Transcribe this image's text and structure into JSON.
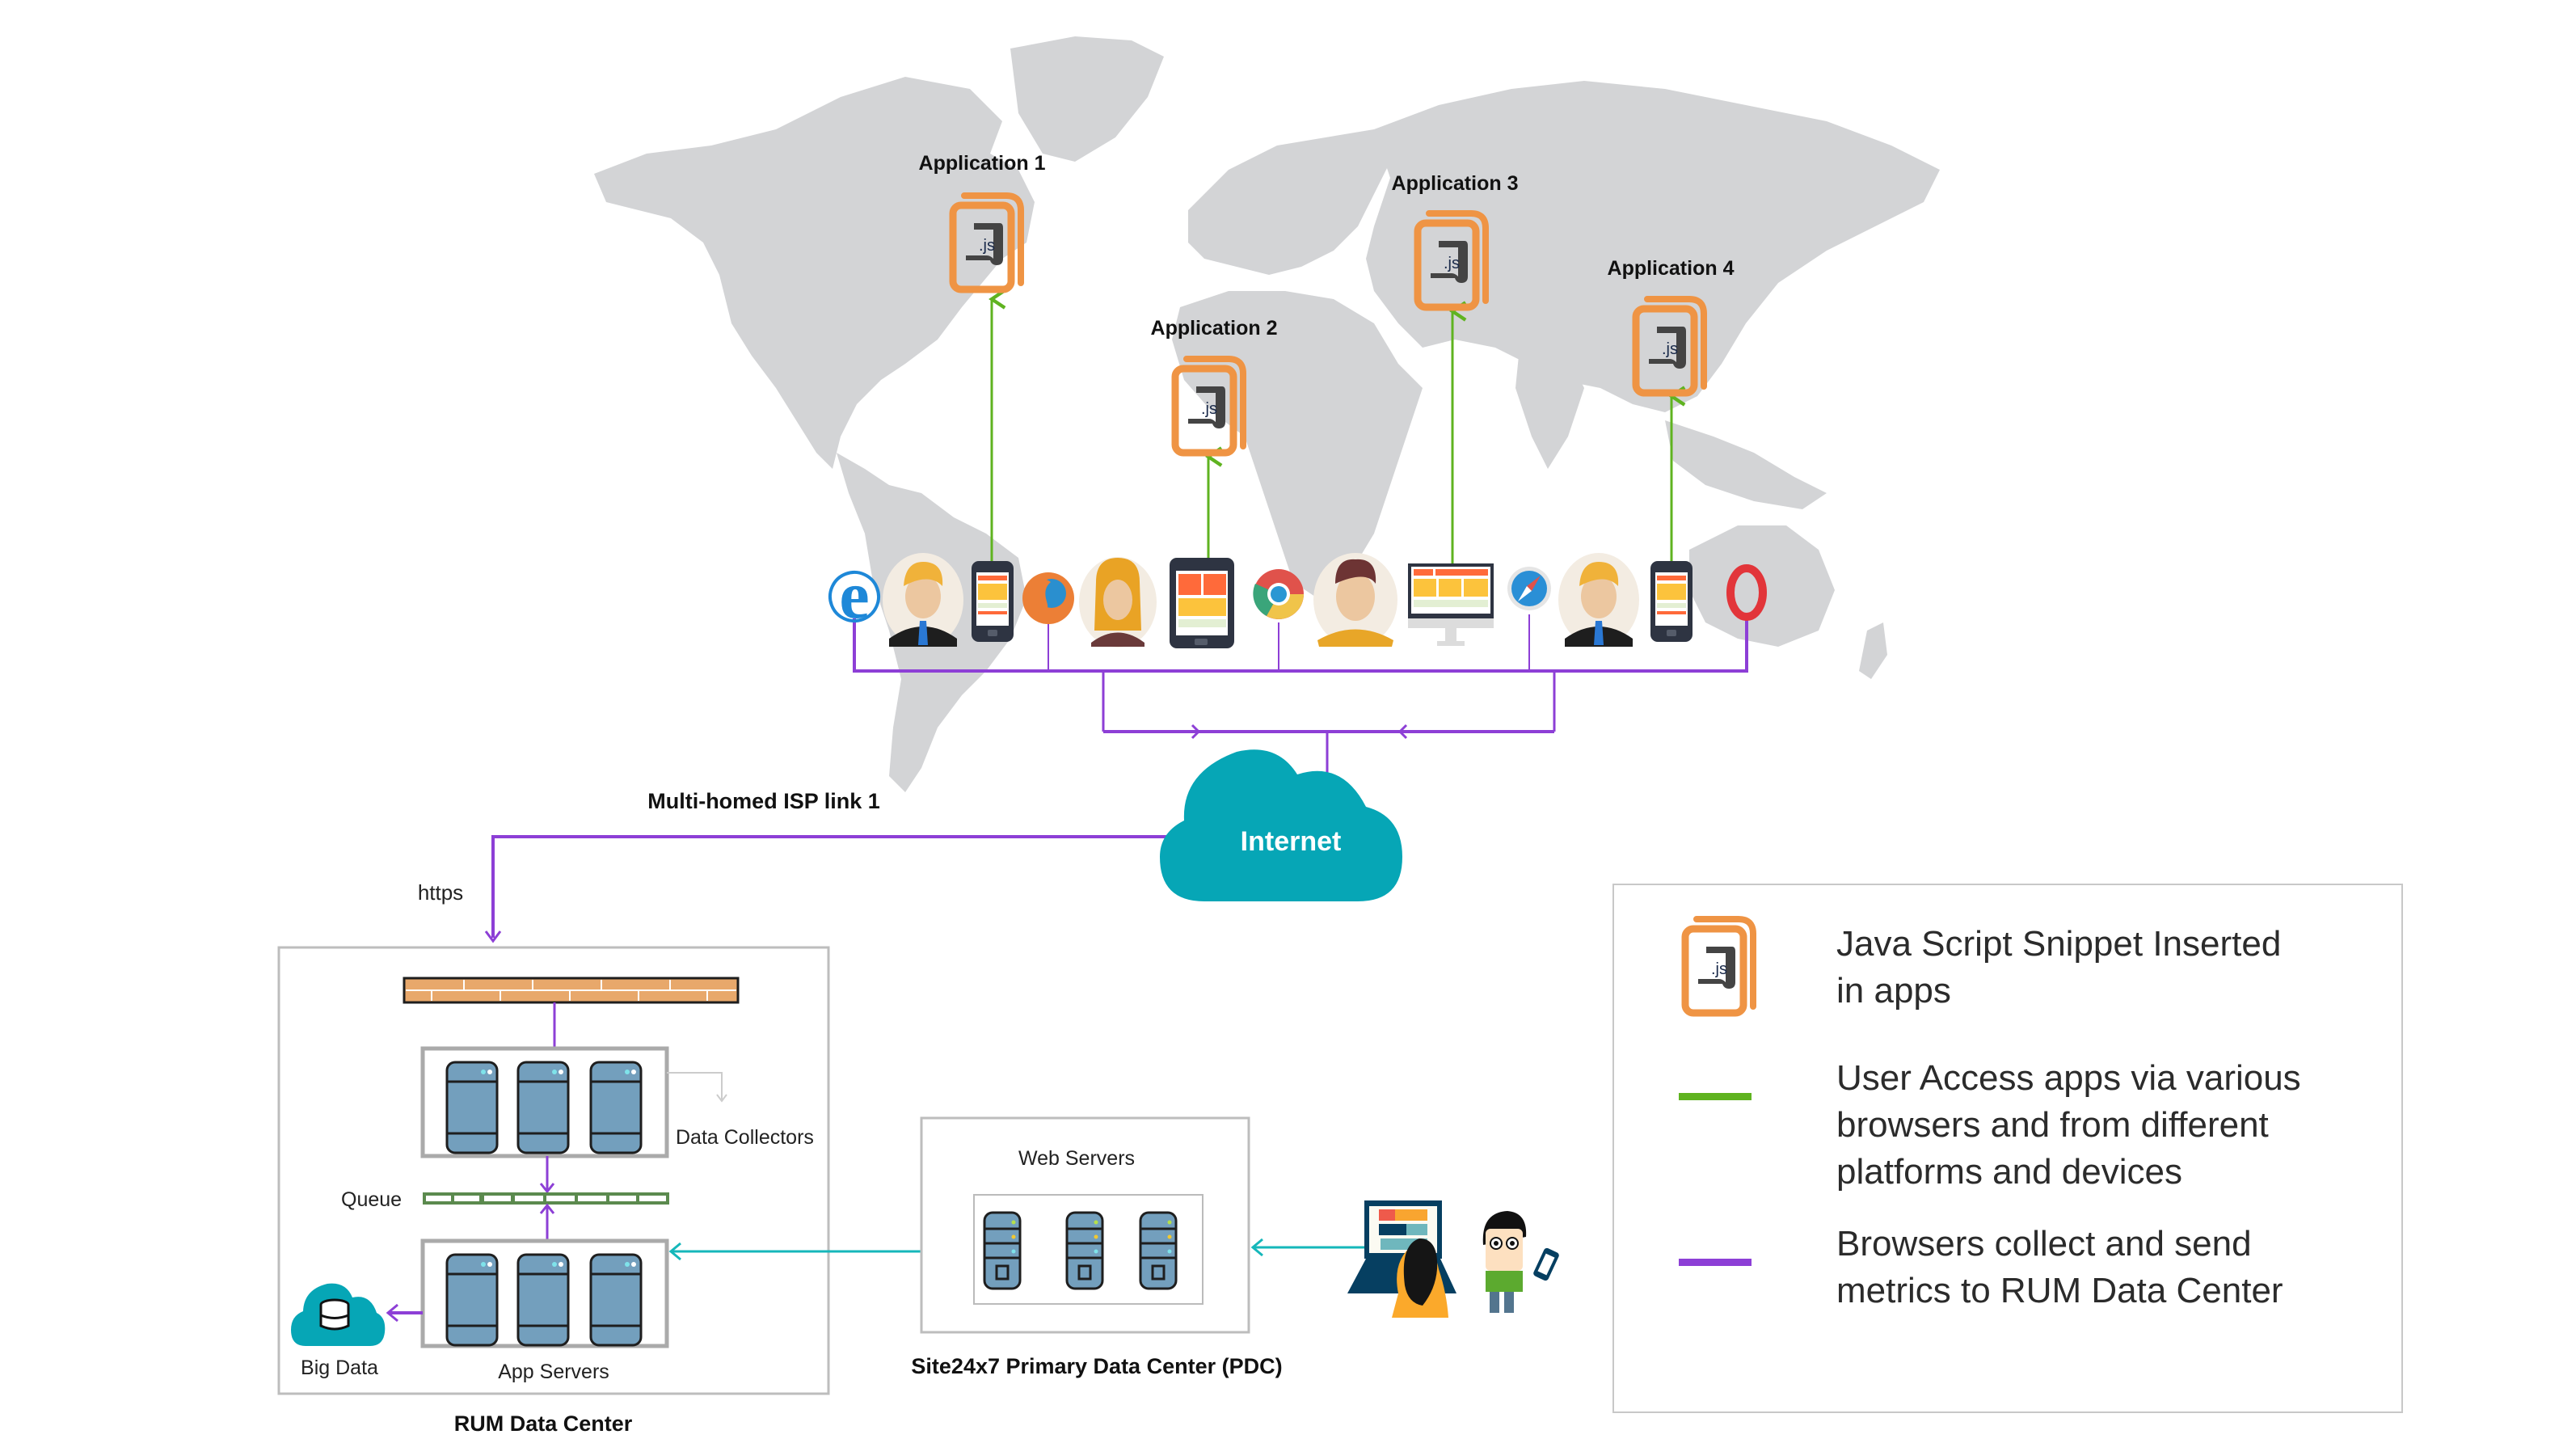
{
  "colors": {
    "map_land": "#d3d4d6",
    "snippet_orange": "#ef9444",
    "user_access_green": "#5fb320",
    "metrics_purple": "#8d3fd6",
    "cloud_teal": "#06a6b6",
    "server_blue": "#739fbd",
    "firewall_orange": "#e8a86b",
    "queue_green": "#5b8a4e",
    "pdc_link_teal": "#15b7ba"
  },
  "applications": [
    {
      "label": "Application 1",
      "icon": "js-snippet-icon"
    },
    {
      "label": "Application 2",
      "icon": "js-snippet-icon"
    },
    {
      "label": "Application 3",
      "icon": "js-snippet-icon"
    },
    {
      "label": "Application 4",
      "icon": "js-snippet-icon"
    }
  ],
  "clients": [
    {
      "name": "internet-explorer",
      "icon": "internet-explorer-icon"
    },
    {
      "name": "businessman-user",
      "icon": "user-avatar-icon"
    },
    {
      "name": "smartphone",
      "icon": "smartphone-icon"
    },
    {
      "name": "firefox",
      "icon": "firefox-icon"
    },
    {
      "name": "woman-user",
      "icon": "user-avatar-icon"
    },
    {
      "name": "tablet",
      "icon": "tablet-icon"
    },
    {
      "name": "chrome",
      "icon": "chrome-icon"
    },
    {
      "name": "young-man-user",
      "icon": "user-avatar-icon"
    },
    {
      "name": "desktop-monitor",
      "icon": "monitor-icon"
    },
    {
      "name": "safari",
      "icon": "safari-icon"
    },
    {
      "name": "businessman-user-2",
      "icon": "user-avatar-icon"
    },
    {
      "name": "smartphone-2",
      "icon": "smartphone-icon"
    },
    {
      "name": "opera",
      "icon": "opera-icon"
    }
  ],
  "internet": {
    "label": "Internet"
  },
  "isp_link": {
    "label": "Multi-homed ISP link 1",
    "protocol": "https"
  },
  "rum_dc": {
    "title": "RUM Data Center",
    "data_collectors": "Data Collectors",
    "queue": "Queue",
    "app_servers": "App Servers",
    "big_data": "Big Data"
  },
  "pdc": {
    "title": "Site24x7 Primary Data Center (PDC)",
    "web_servers": "Web Servers"
  },
  "legend": {
    "items": [
      {
        "kind": "js-snippet-icon",
        "text_lines": [
          "Java Script Snippet Inserted",
          "in apps"
        ]
      },
      {
        "kind": "green-line",
        "text_lines": [
          "User Access apps via various",
          "browsers and from different",
          "platforms and devices"
        ]
      },
      {
        "kind": "purple-line",
        "text_lines": [
          "Browsers collect and send",
          "metrics to RUM Data Center"
        ]
      }
    ]
  }
}
